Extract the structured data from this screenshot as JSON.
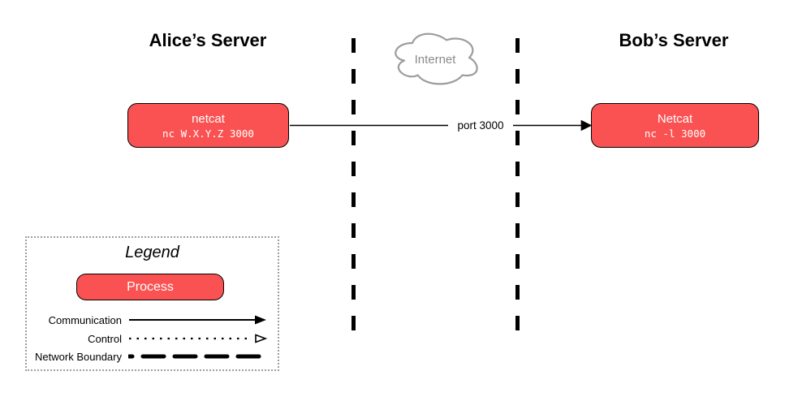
{
  "alice": {
    "title": "Alice’s Server",
    "process": {
      "name": "netcat",
      "command": "nc W.X.Y.Z 3000"
    }
  },
  "bob": {
    "title": "Bob’s Server",
    "process": {
      "name": "Netcat",
      "command": "nc -l 3000"
    }
  },
  "internet": {
    "label": "Internet"
  },
  "connection": {
    "label": "port 3000",
    "direction": "alice-to-bob"
  },
  "legend": {
    "title": "Legend",
    "process_label": "Process",
    "items": [
      {
        "label": "Communication",
        "style": "solid-arrow"
      },
      {
        "label": "Control",
        "style": "dotted-arrow"
      },
      {
        "label": "Network Boundary",
        "style": "thick-dashed-line"
      }
    ]
  },
  "colors": {
    "process_fill": "#fa5252",
    "process_border": "#000000",
    "process_text": "#ffffff",
    "boundary_line": "#000000",
    "cloud_stroke": "#9c9c9c",
    "cloud_text": "#8a8a8a",
    "legend_border": "#9e9e9e"
  }
}
